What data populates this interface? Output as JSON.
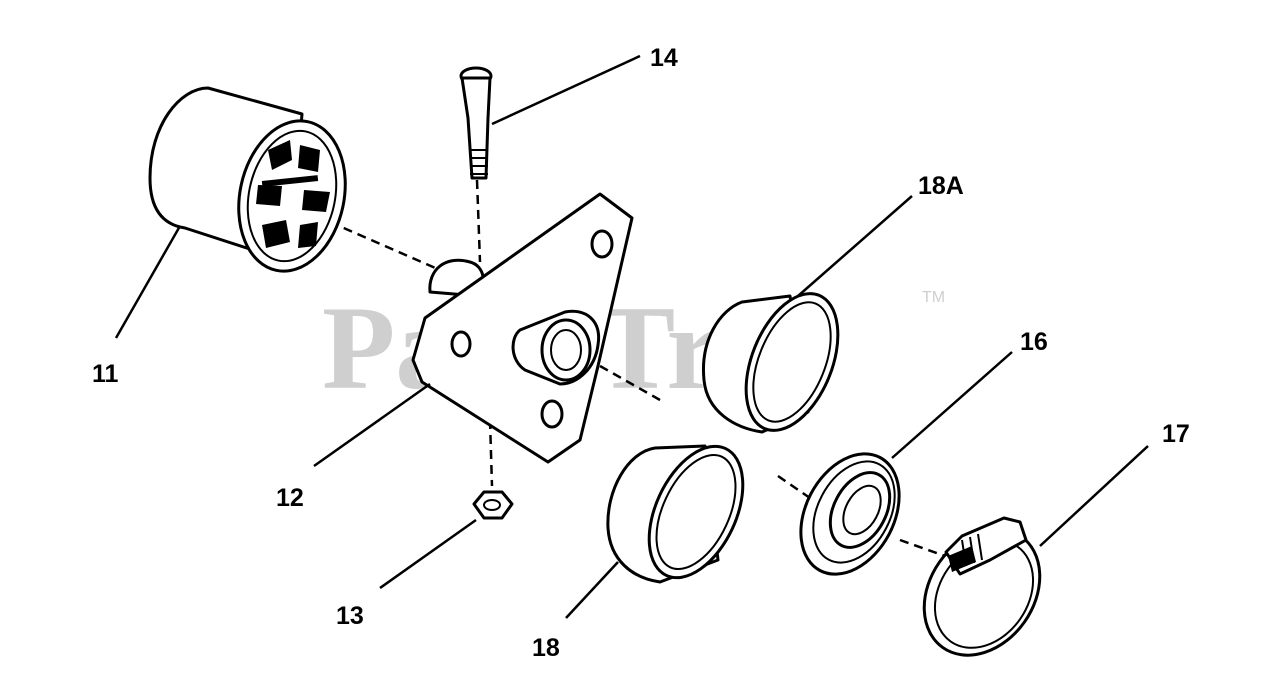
{
  "diagram": {
    "watermark": "PartsTree",
    "trademark": "TM",
    "callouts": [
      "11",
      "12",
      "13",
      "14",
      "16",
      "17",
      "18",
      "18A"
    ],
    "colors": {
      "line": "#000000",
      "background": "#ffffff",
      "watermark": "#cfcfcf"
    }
  }
}
